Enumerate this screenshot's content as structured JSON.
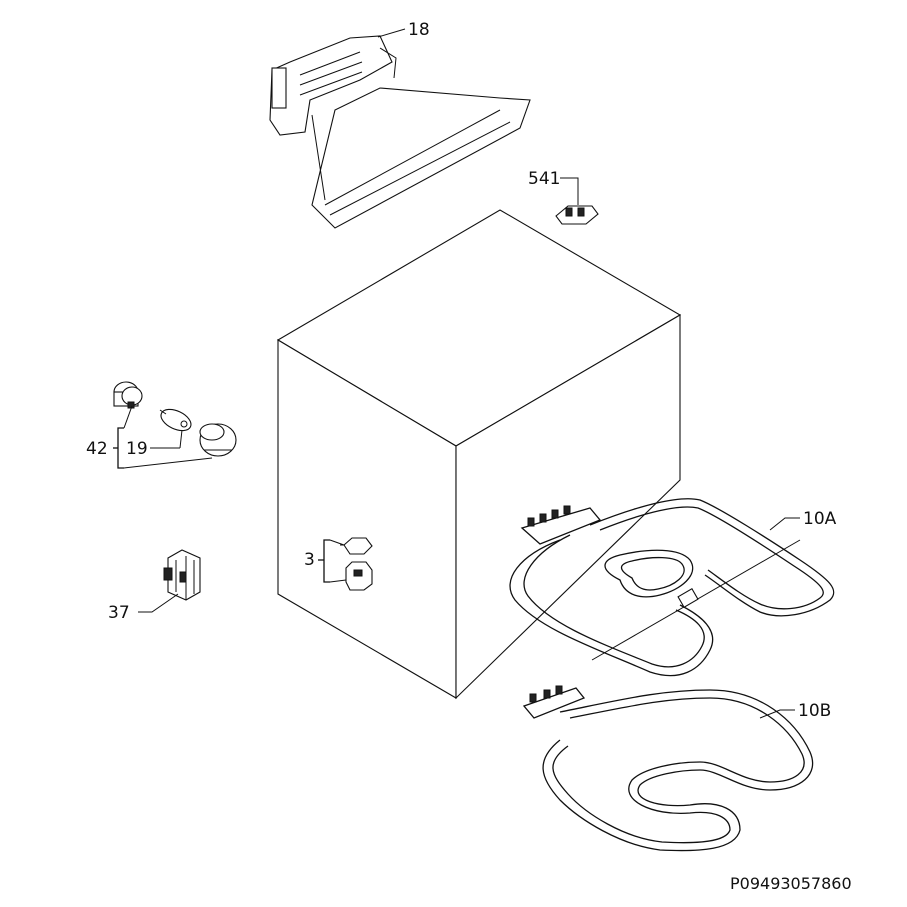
{
  "labels": {
    "fan_shroud": "18",
    "bracket_541": "541",
    "group_42": "42",
    "item_19": "19",
    "thermostat_3": "3",
    "connector_37": "37",
    "heater_top": "10A",
    "heater_bottom": "10B"
  },
  "drawing_number": "P09493057860"
}
